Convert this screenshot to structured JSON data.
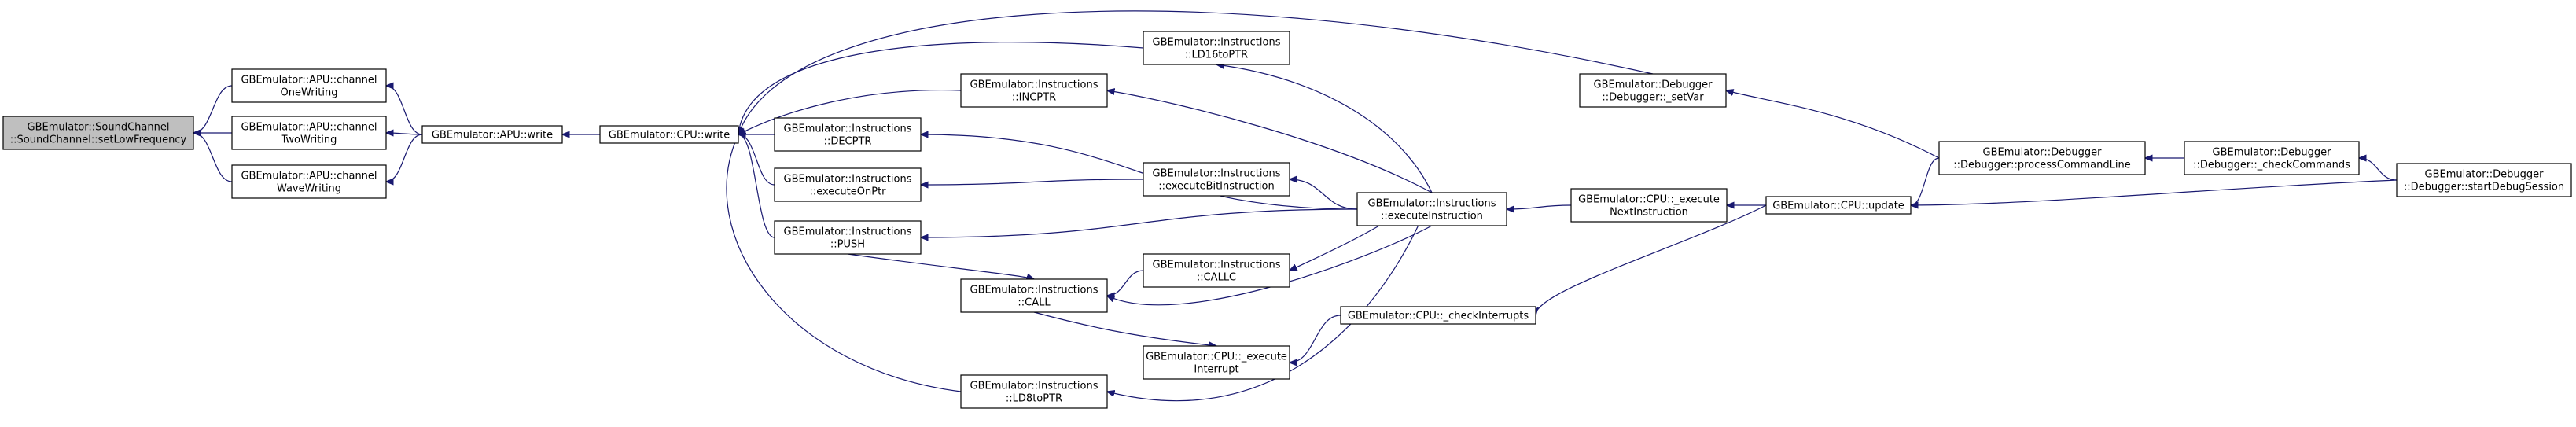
{
  "graph": {
    "type": "caller-graph",
    "colors": {
      "edge": "#191970",
      "node_border": "#000000",
      "root_fill": "#bfbfbf",
      "node_fill": "#ffffff"
    },
    "nodes": [
      {
        "id": "setLow",
        "lines": [
          "GBEmulator::SoundChannel",
          "::SoundChannel::setLowFrequency"
        ],
        "root": true
      },
      {
        "id": "oneW",
        "lines": [
          "GBEmulator::APU::channel",
          "OneWriting"
        ]
      },
      {
        "id": "twoW",
        "lines": [
          "GBEmulator::APU::channel",
          "TwoWriting"
        ]
      },
      {
        "id": "waveW",
        "lines": [
          "GBEmulator::APU::channel",
          "WaveWriting"
        ]
      },
      {
        "id": "apuWrite",
        "lines": [
          "GBEmulator::APU::write"
        ]
      },
      {
        "id": "cpuWrite",
        "lines": [
          "GBEmulator::CPU::write"
        ]
      },
      {
        "id": "ld16",
        "lines": [
          "GBEmulator::Instructions",
          "::LD16toPTR"
        ]
      },
      {
        "id": "incptr",
        "lines": [
          "GBEmulator::Instructions",
          "::INCPTR"
        ]
      },
      {
        "id": "decptr",
        "lines": [
          "GBEmulator::Instructions",
          "::DECPTR"
        ]
      },
      {
        "id": "execOnPtr",
        "lines": [
          "GBEmulator::Instructions",
          "::executeOnPtr"
        ]
      },
      {
        "id": "push",
        "lines": [
          "GBEmulator::Instructions",
          "::PUSH"
        ]
      },
      {
        "id": "call",
        "lines": [
          "GBEmulator::Instructions",
          "::CALL"
        ]
      },
      {
        "id": "ld8",
        "lines": [
          "GBEmulator::Instructions",
          "::LD8toPTR"
        ]
      },
      {
        "id": "execBit",
        "lines": [
          "GBEmulator::Instructions",
          "::executeBitInstruction"
        ]
      },
      {
        "id": "callc",
        "lines": [
          "GBEmulator::Instructions",
          "::CALLC"
        ]
      },
      {
        "id": "execInt",
        "lines": [
          "GBEmulator::CPU::_execute",
          "Interrupt"
        ]
      },
      {
        "id": "setVar",
        "lines": [
          "GBEmulator::Debugger",
          "::Debugger::_setVar"
        ]
      },
      {
        "id": "execInstr",
        "lines": [
          "GBEmulator::Instructions",
          "::executeInstruction"
        ]
      },
      {
        "id": "checkInt",
        "lines": [
          "GBEmulator::CPU::_checkInterrupts"
        ]
      },
      {
        "id": "execNext",
        "lines": [
          "GBEmulator::CPU::_execute",
          "NextInstruction"
        ]
      },
      {
        "id": "update",
        "lines": [
          "GBEmulator::CPU::update"
        ]
      },
      {
        "id": "procCmd",
        "lines": [
          "GBEmulator::Debugger",
          "::Debugger::processCommandLine"
        ]
      },
      {
        "id": "checkCmds",
        "lines": [
          "GBEmulator::Debugger",
          "::Debugger::_checkCommands"
        ]
      },
      {
        "id": "startDbg",
        "lines": [
          "GBEmulator::Debugger",
          "::Debugger::startDebugSession"
        ]
      }
    ],
    "edges": [
      {
        "from": "oneW",
        "to": "setLow"
      },
      {
        "from": "twoW",
        "to": "setLow"
      },
      {
        "from": "waveW",
        "to": "setLow"
      },
      {
        "from": "apuWrite",
        "to": "oneW"
      },
      {
        "from": "apuWrite",
        "to": "twoW"
      },
      {
        "from": "apuWrite",
        "to": "waveW"
      },
      {
        "from": "cpuWrite",
        "to": "apuWrite"
      },
      {
        "from": "setVar",
        "to": "cpuWrite"
      },
      {
        "from": "ld16",
        "to": "cpuWrite"
      },
      {
        "from": "incptr",
        "to": "cpuWrite"
      },
      {
        "from": "decptr",
        "to": "cpuWrite"
      },
      {
        "from": "execOnPtr",
        "to": "cpuWrite"
      },
      {
        "from": "push",
        "to": "cpuWrite"
      },
      {
        "from": "ld8",
        "to": "cpuWrite"
      },
      {
        "from": "execInstr",
        "to": "ld16"
      },
      {
        "from": "execInstr",
        "to": "incptr"
      },
      {
        "from": "execInstr",
        "to": "decptr"
      },
      {
        "from": "execBit",
        "to": "execOnPtr"
      },
      {
        "from": "execInstr",
        "to": "push"
      },
      {
        "from": "push",
        "to": "call"
      },
      {
        "from": "callc",
        "to": "call"
      },
      {
        "from": "execInstr",
        "to": "call"
      },
      {
        "from": "execInstr",
        "to": "ld8"
      },
      {
        "from": "execInstr",
        "to": "execBit"
      },
      {
        "from": "execInstr",
        "to": "callc"
      },
      {
        "from": "call",
        "to": "execInt"
      },
      {
        "from": "checkInt",
        "to": "execInt"
      },
      {
        "from": "execNext",
        "to": "execInstr"
      },
      {
        "from": "update",
        "to": "checkInt"
      },
      {
        "from": "update",
        "to": "execNext"
      },
      {
        "from": "procCmd",
        "to": "setVar"
      },
      {
        "from": "procCmd",
        "to": "update"
      },
      {
        "from": "startDbg",
        "to": "update"
      },
      {
        "from": "checkCmds",
        "to": "procCmd"
      },
      {
        "from": "startDbg",
        "to": "checkCmds"
      }
    ]
  }
}
